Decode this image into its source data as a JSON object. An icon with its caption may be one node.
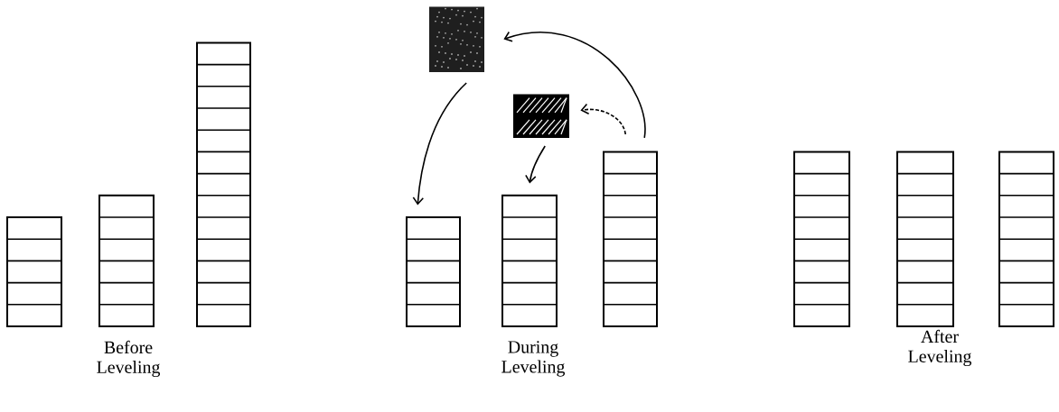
{
  "diagram": {
    "nodes": [
      {
        "text": [],
        "shape": "bar"
      },
      {
        "text": [],
        "shape": "bar"
      },
      {
        "text": [],
        "shape": "bar"
      },
      {
        "text": [],
        "shape": "box"
      },
      {
        "text": [],
        "shape": "box"
      },
      {
        "text": [],
        "shape": "bar"
      },
      {
        "text": [],
        "shape": "bar"
      },
      {
        "text": [],
        "shape": "bar"
      },
      {
        "text": [],
        "shape": "bar"
      },
      {
        "text": [],
        "shape": "bar"
      },
      {
        "text": [],
        "shape": "bar"
      }
    ],
    "edges": [
      {
        "from": 7,
        "to": 3,
        "arrow": "to"
      },
      {
        "from": 3,
        "to": 5,
        "arrow": "to"
      },
      {
        "from": 7,
        "to": 4,
        "arrow": "to",
        "style": "dashed"
      },
      {
        "from": 4,
        "to": 6,
        "arrow": "to"
      }
    ],
    "labels": [
      "Before Leveling",
      "During Leveling",
      "After Leveling"
    ]
  }
}
